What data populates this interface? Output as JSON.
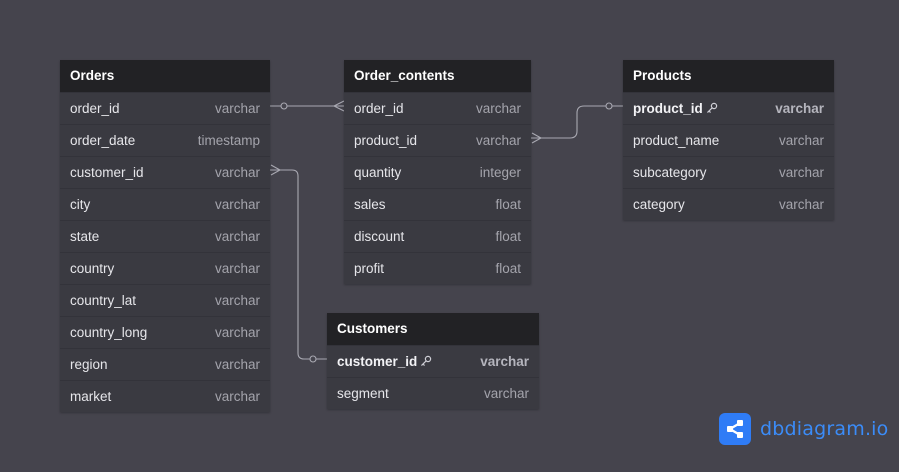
{
  "tables": {
    "orders": {
      "title": "Orders",
      "fields": [
        {
          "name": "order_id",
          "type": "varchar"
        },
        {
          "name": "order_date",
          "type": "timestamp"
        },
        {
          "name": "customer_id",
          "type": "varchar"
        },
        {
          "name": "city",
          "type": "varchar"
        },
        {
          "name": "state",
          "type": "varchar"
        },
        {
          "name": "country",
          "type": "varchar"
        },
        {
          "name": "country_lat",
          "type": "varchar"
        },
        {
          "name": "country_long",
          "type": "varchar"
        },
        {
          "name": "region",
          "type": "varchar"
        },
        {
          "name": "market",
          "type": "varchar"
        }
      ]
    },
    "order_contents": {
      "title": "Order_contents",
      "fields": [
        {
          "name": "order_id",
          "type": "varchar"
        },
        {
          "name": "product_id",
          "type": "varchar"
        },
        {
          "name": "quantity",
          "type": "integer"
        },
        {
          "name": "sales",
          "type": "float"
        },
        {
          "name": "discount",
          "type": "float"
        },
        {
          "name": "profit",
          "type": "float"
        }
      ]
    },
    "products": {
      "title": "Products",
      "fields": [
        {
          "name": "product_id",
          "type": "varchar"
        },
        {
          "name": "product_name",
          "type": "varchar"
        },
        {
          "name": "subcategory",
          "type": "varchar"
        },
        {
          "name": "category",
          "type": "varchar"
        }
      ]
    },
    "customers": {
      "title": "Customers",
      "fields": [
        {
          "name": "customer_id",
          "type": "varchar"
        },
        {
          "name": "segment",
          "type": "varchar"
        }
      ]
    }
  },
  "brand": {
    "name": "dbdiagram",
    "suffix": ".io",
    "color": "#2f7cf6"
  },
  "icons": [
    "key-icon",
    "share-nodes-icon"
  ]
}
